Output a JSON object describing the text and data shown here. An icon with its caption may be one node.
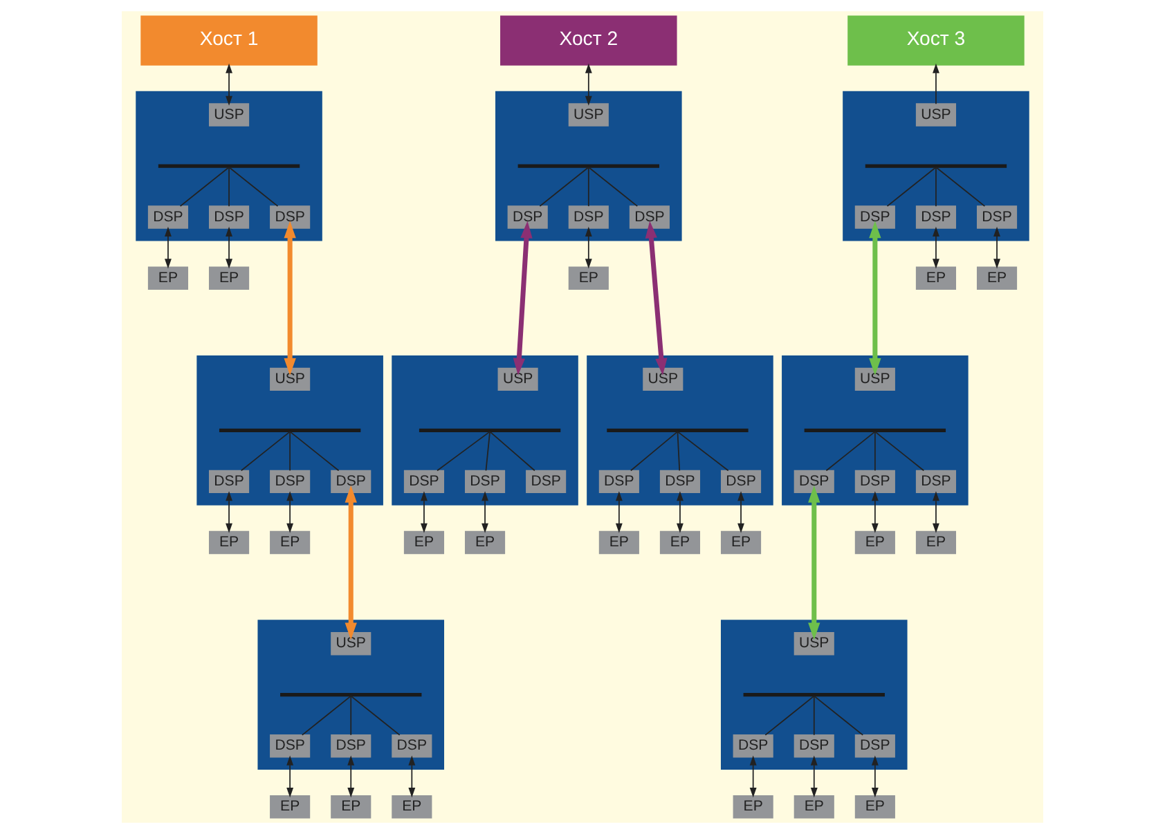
{
  "diagram": {
    "nodes": [
      {
        "text": [
          "Хост 1"
        ]
      },
      {
        "text": [
          "Хост 2"
        ]
      },
      {
        "text": [
          "Хост 3"
        ]
      },
      {
        "text": [],
        "shape": "box"
      },
      {
        "text": [
          "USP"
        ],
        "in": 3
      },
      {
        "text": [],
        "shape": "bar",
        "in": 3
      },
      {
        "text": [
          "DSP"
        ],
        "in": 3
      },
      {
        "text": [
          "DSP"
        ],
        "in": 3
      },
      {
        "text": [
          "DSP"
        ],
        "in": 3
      },
      {
        "text": [
          "EP"
        ]
      },
      {
        "text": [
          "EP"
        ]
      },
      {
        "text": [],
        "shape": "box"
      },
      {
        "text": [
          "USP"
        ],
        "in": 11
      },
      {
        "text": [],
        "shape": "bar",
        "in": 11
      },
      {
        "text": [
          "DSP"
        ],
        "in": 11
      },
      {
        "text": [
          "DSP"
        ],
        "in": 11
      },
      {
        "text": [
          "DSP"
        ],
        "in": 11
      },
      {
        "text": [
          "EP"
        ]
      },
      {
        "text": [],
        "shape": "box"
      },
      {
        "text": [
          "USP"
        ],
        "in": 18
      },
      {
        "text": [],
        "shape": "bar",
        "in": 18
      },
      {
        "text": [
          "DSP"
        ],
        "in": 18
      },
      {
        "text": [
          "DSP"
        ],
        "in": 18
      },
      {
        "text": [
          "DSP"
        ],
        "in": 18
      },
      {
        "text": [
          "EP"
        ]
      },
      {
        "text": [
          "EP"
        ]
      },
      {
        "text": [],
        "shape": "box"
      },
      {
        "text": [
          "USP"
        ],
        "in": 26
      },
      {
        "text": [],
        "shape": "bar",
        "in": 26
      },
      {
        "text": [
          "DSP"
        ],
        "in": 26
      },
      {
        "text": [
          "DSP"
        ],
        "in": 26
      },
      {
        "text": [
          "DSP"
        ],
        "in": 26
      },
      {
        "text": [
          "EP"
        ]
      },
      {
        "text": [
          "EP"
        ]
      },
      {
        "text": [],
        "shape": "box"
      },
      {
        "text": [
          "USP"
        ],
        "in": 34
      },
      {
        "text": [],
        "shape": "bar",
        "in": 34
      },
      {
        "text": [
          "DSP"
        ],
        "in": 34
      },
      {
        "text": [
          "DSP"
        ],
        "in": 34
      },
      {
        "text": [
          "DSP"
        ],
        "in": 34
      },
      {
        "text": [
          "EP"
        ]
      },
      {
        "text": [
          "EP"
        ]
      },
      {
        "text": [],
        "shape": "box"
      },
      {
        "text": [
          "USP"
        ],
        "in": 42
      },
      {
        "text": [],
        "shape": "bar",
        "in": 42
      },
      {
        "text": [
          "DSP"
        ],
        "in": 42
      },
      {
        "text": [
          "DSP"
        ],
        "in": 42
      },
      {
        "text": [
          "DSP"
        ],
        "in": 42
      },
      {
        "text": [
          "EP"
        ]
      },
      {
        "text": [
          "EP"
        ]
      },
      {
        "text": [
          "EP"
        ]
      },
      {
        "text": [],
        "shape": "box"
      },
      {
        "text": [
          "USP"
        ],
        "in": 51
      },
      {
        "text": [],
        "shape": "bar",
        "in": 51
      },
      {
        "text": [
          "DSP"
        ],
        "in": 51
      },
      {
        "text": [
          "DSP"
        ],
        "in": 51
      },
      {
        "text": [
          "DSP"
        ],
        "in": 51
      },
      {
        "text": [
          "EP"
        ]
      },
      {
        "text": [
          "EP"
        ]
      },
      {
        "text": [],
        "shape": "box"
      },
      {
        "text": [
          "USP"
        ],
        "in": 59
      },
      {
        "text": [],
        "shape": "bar",
        "in": 59
      },
      {
        "text": [
          "DSP"
        ],
        "in": 59
      },
      {
        "text": [
          "DSP"
        ],
        "in": 59
      },
      {
        "text": [
          "DSP"
        ],
        "in": 59
      },
      {
        "text": [
          "EP"
        ]
      },
      {
        "text": [
          "EP"
        ]
      },
      {
        "text": [
          "EP"
        ]
      },
      {
        "text": [],
        "shape": "box"
      },
      {
        "text": [
          "USP"
        ],
        "in": 68
      },
      {
        "text": [],
        "shape": "bar",
        "in": 68
      },
      {
        "text": [
          "DSP"
        ],
        "in": 68
      },
      {
        "text": [
          "DSP"
        ],
        "in": 68
      },
      {
        "text": [
          "DSP"
        ],
        "in": 68
      },
      {
        "text": [
          "EP"
        ]
      },
      {
        "text": [
          "EP"
        ]
      },
      {
        "text": [
          "EP"
        ]
      }
    ],
    "edges": [
      {
        "from": 0,
        "to": 4,
        "arrow": "both"
      },
      {
        "from": 1,
        "to": 12,
        "arrow": "both"
      },
      {
        "from": 19,
        "to": 2,
        "arrow": "to"
      },
      {
        "from": 5,
        "to": 6,
        "arrow": "none"
      },
      {
        "from": 5,
        "to": 7,
        "arrow": "none"
      },
      {
        "from": 5,
        "to": 8,
        "arrow": "none"
      },
      {
        "from": 13,
        "to": 14,
        "arrow": "none"
      },
      {
        "from": 13,
        "to": 15,
        "arrow": "none"
      },
      {
        "from": 13,
        "to": 16,
        "arrow": "none"
      },
      {
        "from": 20,
        "to": 21,
        "arrow": "none"
      },
      {
        "from": 20,
        "to": 22,
        "arrow": "none"
      },
      {
        "from": 20,
        "to": 23,
        "arrow": "none"
      },
      {
        "from": 28,
        "to": 29,
        "arrow": "none"
      },
      {
        "from": 28,
        "to": 30,
        "arrow": "none"
      },
      {
        "from": 28,
        "to": 31,
        "arrow": "none"
      },
      {
        "from": 36,
        "to": 37,
        "arrow": "none"
      },
      {
        "from": 36,
        "to": 38,
        "arrow": "none"
      },
      {
        "from": 36,
        "to": 39,
        "arrow": "none"
      },
      {
        "from": 44,
        "to": 45,
        "arrow": "none"
      },
      {
        "from": 44,
        "to": 46,
        "arrow": "none"
      },
      {
        "from": 44,
        "to": 47,
        "arrow": "none"
      },
      {
        "from": 53,
        "to": 54,
        "arrow": "none"
      },
      {
        "from": 53,
        "to": 55,
        "arrow": "none"
      },
      {
        "from": 53,
        "to": 56,
        "arrow": "none"
      },
      {
        "from": 61,
        "to": 62,
        "arrow": "none"
      },
      {
        "from": 61,
        "to": 63,
        "arrow": "none"
      },
      {
        "from": 61,
        "to": 64,
        "arrow": "none"
      },
      {
        "from": 70,
        "to": 71,
        "arrow": "none"
      },
      {
        "from": 70,
        "to": 72,
        "arrow": "none"
      },
      {
        "from": 70,
        "to": 73,
        "arrow": "none"
      },
      {
        "from": 6,
        "to": 9,
        "arrow": "both"
      },
      {
        "from": 7,
        "to": 10,
        "arrow": "both"
      },
      {
        "from": 15,
        "to": 17,
        "arrow": "both"
      },
      {
        "from": 22,
        "to": 24,
        "arrow": "both"
      },
      {
        "from": 23,
        "to": 25,
        "arrow": "both"
      },
      {
        "from": 29,
        "to": 32,
        "arrow": "both"
      },
      {
        "from": 30,
        "to": 33,
        "arrow": "both"
      },
      {
        "from": 37,
        "to": 40,
        "arrow": "both"
      },
      {
        "from": 38,
        "to": 41,
        "arrow": "both"
      },
      {
        "from": 45,
        "to": 48,
        "arrow": "both"
      },
      {
        "from": 46,
        "to": 49,
        "arrow": "both"
      },
      {
        "from": 47,
        "to": 50,
        "arrow": "both"
      },
      {
        "from": 55,
        "to": 57,
        "arrow": "both"
      },
      {
        "from": 56,
        "to": 58,
        "arrow": "both"
      },
      {
        "from": 62,
        "to": 65,
        "arrow": "both"
      },
      {
        "from": 63,
        "to": 66,
        "arrow": "both"
      },
      {
        "from": 64,
        "to": 67,
        "arrow": "both"
      },
      {
        "from": 71,
        "to": 74,
        "arrow": "both"
      },
      {
        "from": 72,
        "to": 75,
        "arrow": "both"
      },
      {
        "from": 73,
        "to": 76,
        "arrow": "both"
      },
      {
        "from": 8,
        "to": 27,
        "arrow": "both",
        "style": "thick",
        "color": "#f28a2e"
      },
      {
        "from": 31,
        "to": 60,
        "arrow": "both",
        "style": "thick",
        "color": "#f28a2e"
      },
      {
        "from": 14,
        "to": 35,
        "arrow": "both",
        "style": "thick",
        "color": "#8b2f73"
      },
      {
        "from": 16,
        "to": 43,
        "arrow": "both",
        "style": "thick",
        "color": "#8b2f73"
      },
      {
        "from": 21,
        "to": 52,
        "arrow": "both",
        "style": "thick",
        "color": "#6ebf4b"
      },
      {
        "from": 54,
        "to": 69,
        "arrow": "both",
        "style": "thick",
        "color": "#6ebf4b"
      }
    ]
  }
}
